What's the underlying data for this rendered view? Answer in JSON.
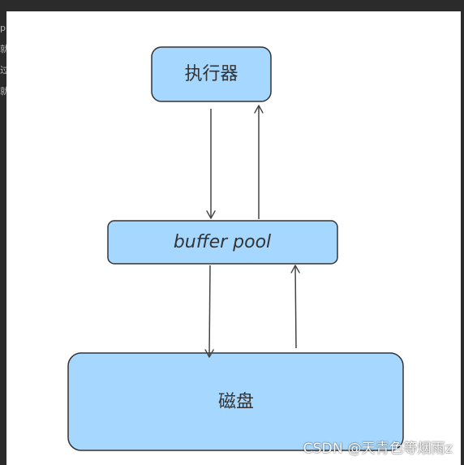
{
  "diagram": {
    "nodes": [
      {
        "id": "executor",
        "label": "执行器"
      },
      {
        "id": "buffer_pool",
        "label": "buffer pool"
      },
      {
        "id": "disk",
        "label": "磁盘"
      }
    ],
    "edges": [
      {
        "from": "executor",
        "to": "buffer_pool"
      },
      {
        "from": "buffer_pool",
        "to": "executor"
      },
      {
        "from": "buffer_pool",
        "to": "disk"
      },
      {
        "from": "disk",
        "to": "buffer_pool"
      }
    ],
    "colors": {
      "node_fill": "#a6d8ff",
      "node_stroke": "#333333",
      "arrow": "#444444",
      "background": "#ffffff",
      "frame": "#2b2b2b"
    }
  },
  "left_edge_text": [
    "p",
    "就",
    "过",
    "就"
  ],
  "watermark": "CSDN @天青色等烟雨z"
}
